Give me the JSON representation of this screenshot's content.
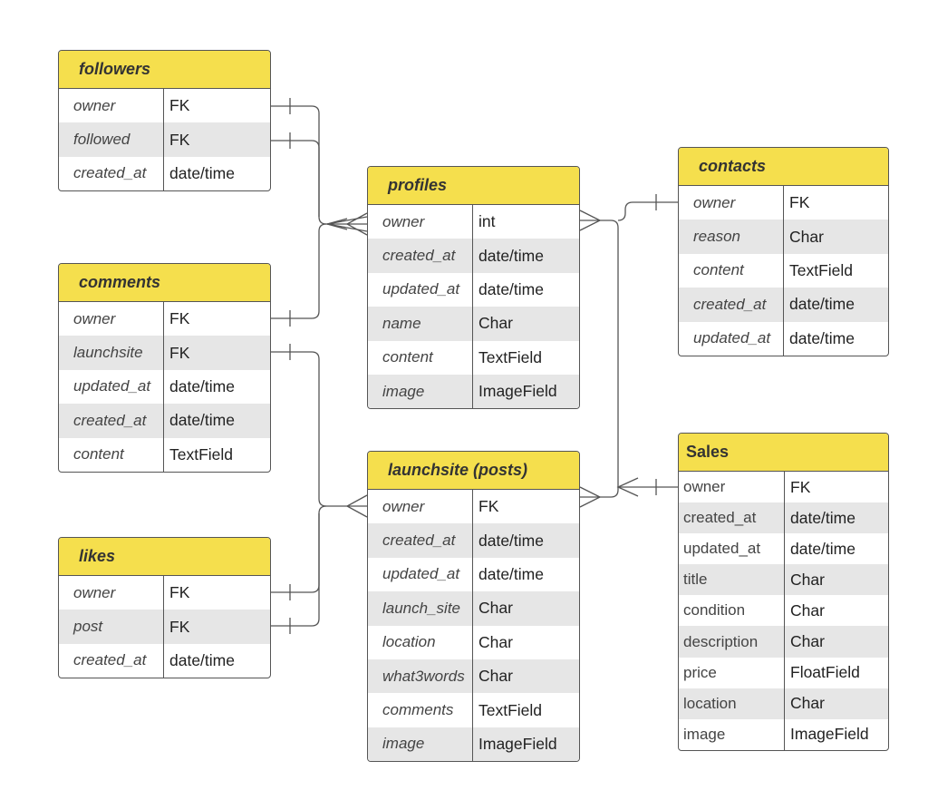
{
  "entities": {
    "followers": {
      "title": "followers",
      "fields": [
        {
          "name": "owner",
          "type": "FK"
        },
        {
          "name": "followed",
          "type": "FK"
        },
        {
          "name": "created_at",
          "type": "date/time"
        }
      ]
    },
    "comments": {
      "title": "comments",
      "fields": [
        {
          "name": "owner",
          "type": "FK"
        },
        {
          "name": "launchsite",
          "type": "FK"
        },
        {
          "name": "updated_at",
          "type": "date/time"
        },
        {
          "name": "created_at",
          "type": "date/time"
        },
        {
          "name": "content",
          "type": "TextField"
        }
      ]
    },
    "likes": {
      "title": "likes",
      "fields": [
        {
          "name": "owner",
          "type": "FK"
        },
        {
          "name": "post",
          "type": "FK"
        },
        {
          "name": "created_at",
          "type": "date/time"
        }
      ]
    },
    "profiles": {
      "title": "profiles",
      "fields": [
        {
          "name": "owner",
          "type": "int"
        },
        {
          "name": "created_at",
          "type": "date/time"
        },
        {
          "name": "updated_at",
          "type": "date/time"
        },
        {
          "name": "name",
          "type": "Char"
        },
        {
          "name": "content",
          "type": "TextField"
        },
        {
          "name": "image",
          "type": "ImageField"
        }
      ]
    },
    "launchsite": {
      "title": "launchsite (posts)",
      "fields": [
        {
          "name": "owner",
          "type": "FK"
        },
        {
          "name": "created_at",
          "type": "date/time"
        },
        {
          "name": "updated_at",
          "type": "date/time"
        },
        {
          "name": "launch_site",
          "type": "Char"
        },
        {
          "name": "location",
          "type": "Char"
        },
        {
          "name": "what3words",
          "type": "Char"
        },
        {
          "name": "comments",
          "type": "TextField"
        },
        {
          "name": "image",
          "type": "ImageField"
        }
      ]
    },
    "contacts": {
      "title": "contacts",
      "fields": [
        {
          "name": "owner",
          "type": "FK"
        },
        {
          "name": "reason",
          "type": "Char"
        },
        {
          "name": "content",
          "type": "TextField"
        },
        {
          "name": "created_at",
          "type": "date/time"
        },
        {
          "name": "updated_at",
          "type": "date/time"
        }
      ]
    },
    "sales": {
      "title": "Sales",
      "fields": [
        {
          "name": "owner",
          "type": "FK"
        },
        {
          "name": "created_at",
          "type": "date/time"
        },
        {
          "name": "updated_at",
          "type": "date/time"
        },
        {
          "name": "title",
          "type": "Char"
        },
        {
          "name": "condition",
          "type": "Char"
        },
        {
          "name": "description",
          "type": "Char"
        },
        {
          "name": "price",
          "type": "FloatField"
        },
        {
          "name": "location",
          "type": "Char"
        },
        {
          "name": "image",
          "type": "ImageField"
        }
      ]
    }
  },
  "colors": {
    "header": "#f5df4d",
    "shaded_row": "#e6e6e6",
    "border": "#555555",
    "line": "#555555"
  }
}
